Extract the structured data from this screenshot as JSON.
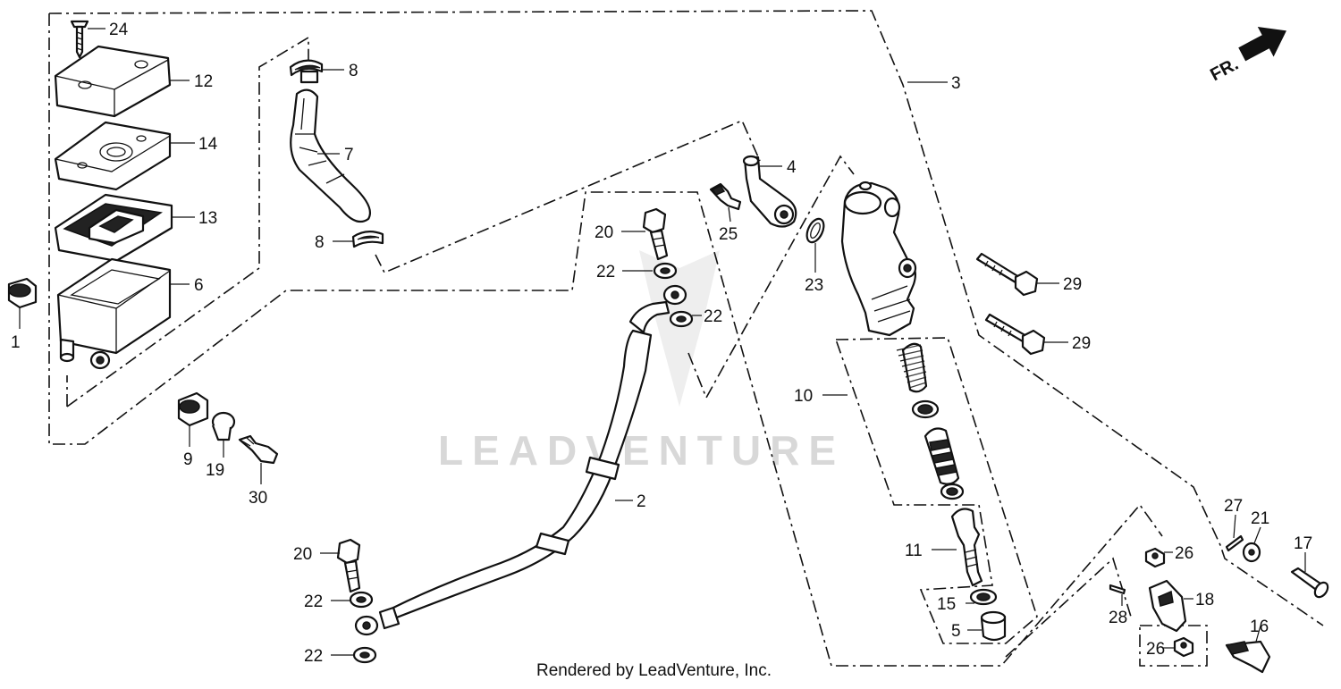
{
  "watermark": "LEADVENTURE",
  "credit": "Rendered by LeadVenture, Inc.",
  "direction_indicator": {
    "text": "FR.",
    "icon": "front-direction-arrow-icon"
  },
  "callouts": {
    "c1": "1",
    "c2": "2",
    "c3": "3",
    "c4": "4",
    "c5": "5",
    "c6": "6",
    "c7": "7",
    "c8a": "8",
    "c8b": "8",
    "c9": "9",
    "c10": "10",
    "c11": "11",
    "c12": "12",
    "c13": "13",
    "c14": "14",
    "c15": "15",
    "c16": "16",
    "c17": "17",
    "c18": "18",
    "c19": "19",
    "c20a": "20",
    "c20b": "20",
    "c21": "21",
    "c22a": "22",
    "c22b": "22",
    "c22c": "22",
    "c22d": "22",
    "c23": "23",
    "c24": "24",
    "c25": "25",
    "c26a": "26",
    "c26b": "26",
    "c27": "27",
    "c28": "28",
    "c29a": "29",
    "c29b": "29",
    "c30": "30"
  }
}
